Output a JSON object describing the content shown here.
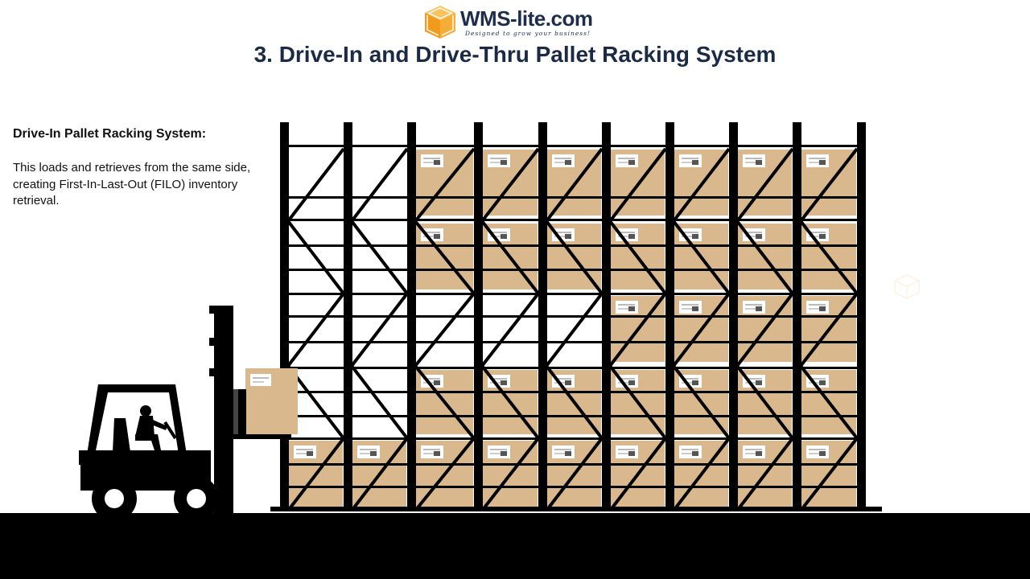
{
  "logo": {
    "name": "WMS-lite.com",
    "tagline": "Designed to grow your business!",
    "icon": "box-icon",
    "color": "#f5a623"
  },
  "slide": {
    "title": "3. Drive-In and Drive-Thru Pallet Racking System"
  },
  "description": {
    "heading": "Drive-In Pallet Racking System:",
    "body": "This loads and retrieves from the same side, creating First-In-Last-Out (FILO) inventory retrieval."
  },
  "illustration": {
    "rack_bays": 9,
    "rack_levels": 5,
    "box_color": "#d9b88d",
    "frame_color": "#000000",
    "occupancy": [
      [
        false,
        false,
        true,
        true,
        true,
        true,
        true,
        true,
        true
      ],
      [
        false,
        false,
        true,
        true,
        true,
        true,
        true,
        true,
        true
      ],
      [
        false,
        false,
        false,
        false,
        false,
        true,
        true,
        true,
        true
      ],
      [
        false,
        false,
        true,
        true,
        true,
        true,
        true,
        true,
        true
      ],
      [
        true,
        true,
        true,
        true,
        true,
        true,
        true,
        true,
        true
      ]
    ],
    "forklift": "forklift-icon"
  }
}
